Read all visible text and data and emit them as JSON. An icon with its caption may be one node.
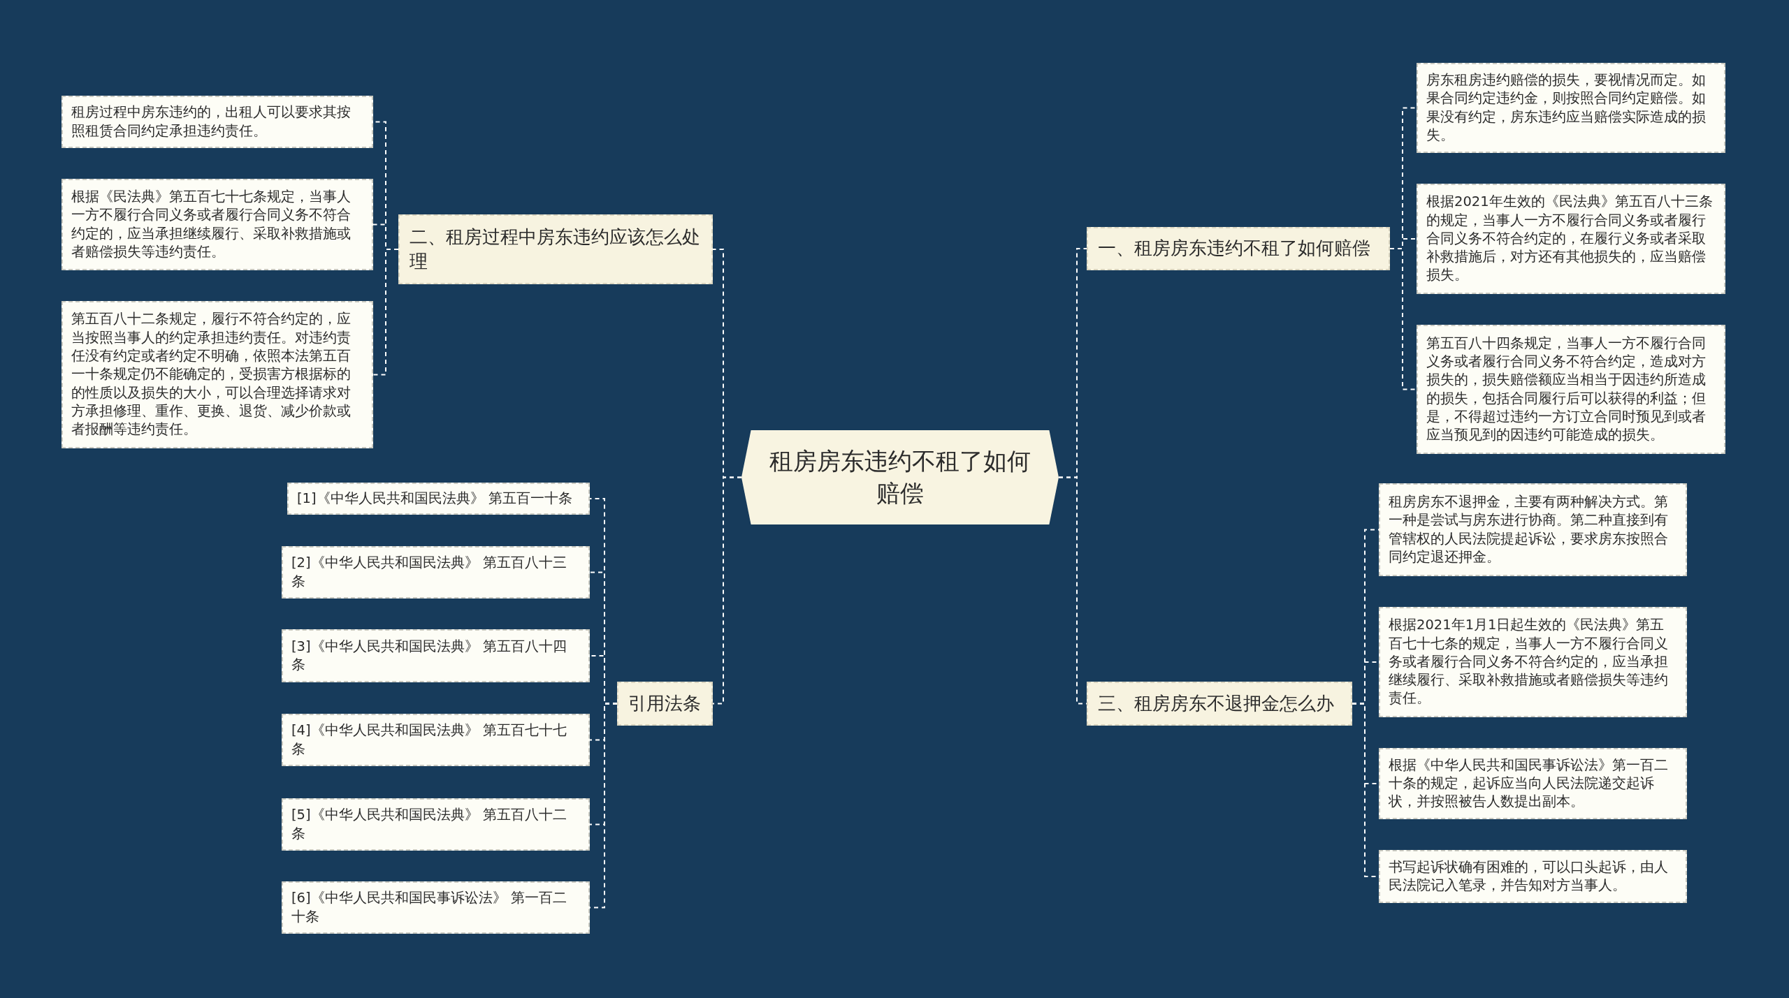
{
  "diagram": {
    "nodes": [
      {
        "text": [
          "租房房东违约不租了如何赔偿"
        ]
      },
      {
        "text": [
          "二、租房过程中房东违约应该怎么处理"
        ]
      },
      {
        "text": [
          "租房过程中房东违约的，出租人可以要求其按照租赁合同约定承担违约责任。"
        ]
      },
      {
        "text": [
          "根据《民法典》第五百七十七条规定，当事人一方不履行合同义务或者履行合同义务不符合约定的，应当承担继续履行、采取补救措施或者赔偿损失等违约责任。"
        ]
      },
      {
        "text": [
          "第五百八十二条规定，履行不符合约定的，应当按照当事人的约定承担违约责任。对违约责任没有约定或者约定不明确，依照本法第五百一十条规定仍不能确定的，受损害方根据标的的性质以及损失的大小，可以合理选择请求对方承担修理、重作、更换、退货、减少价款或者报酬等违约责任。"
        ]
      },
      {
        "text": [
          "引用法条"
        ]
      },
      {
        "text": [
          "[1]《中华人民共和国民法典》 第五百一十条"
        ]
      },
      {
        "text": [
          "[2]《中华人民共和国民法典》 第五百八十三条"
        ]
      },
      {
        "text": [
          "[3]《中华人民共和国民法典》 第五百八十四条"
        ]
      },
      {
        "text": [
          "[4]《中华人民共和国民法典》 第五百七十七条"
        ]
      },
      {
        "text": [
          "[5]《中华人民共和国民法典》 第五百八十二条"
        ]
      },
      {
        "text": [
          "[6]《中华人民共和国民事诉讼法》 第一百二十条"
        ]
      },
      {
        "text": [
          "一、租房房东违约不租了如何赔偿"
        ]
      },
      {
        "text": [
          "房东租房违约赔偿的损失，要视情况而定。如果合同约定违约金，则按照合同约定赔偿。如果没有约定，房东违约应当赔偿实际造成的损失。"
        ]
      },
      {
        "text": [
          "根据2021年生效的《民法典》第五百八十三条的规定，当事人一方不履行合同义务或者履行合同义务不符合约定的，在履行义务或者采取补救措施后，对方还有其他损失的，应当赔偿损失。"
        ]
      },
      {
        "text": [
          "第五百八十四条规定，当事人一方不履行合同义务或者履行合同义务不符合约定，造成对方损失的，损失赔偿额应当相当于因违约所造成的损失，包括合同履行后可以获得的利益；但是，不得超过违约一方订立合同时预见到或者应当预见到的因违约可能造成的损失。"
        ]
      },
      {
        "text": [
          "三、租房房东不退押金怎么办"
        ]
      },
      {
        "text": [
          "租房房东不退押金，主要有两种解决方式。第一种是尝试与房东进行协商。第二种直接到有管辖权的人民法院提起诉讼，要求房东按照合同约定退还押金。"
        ]
      },
      {
        "text": [
          "根据2021年1月1日起生效的《民法典》第五百七十七条的规定，当事人一方不履行合同义务或者履行合同义务不符合约定的，应当承担继续履行、采取补救措施或者赔偿损失等违约责任。"
        ]
      },
      {
        "text": [
          "根据《中华人民共和国民事诉讼法》第一百二十条的规定，起诉应当向人民法院递交起诉状，并按照被告人数提出副本。"
        ]
      },
      {
        "text": [
          "书写起诉状确有困难的，可以口头起诉，由人民法院记入笔录，并告知对方当事人。"
        ]
      }
    ],
    "edges": [
      {
        "from": 0,
        "to": 1,
        "arrow": "none"
      },
      {
        "from": 1,
        "to": 2,
        "arrow": "none"
      },
      {
        "from": 1,
        "to": 3,
        "arrow": "none"
      },
      {
        "from": 1,
        "to": 4,
        "arrow": "none"
      },
      {
        "from": 0,
        "to": 5,
        "arrow": "none"
      },
      {
        "from": 5,
        "to": 6,
        "arrow": "none"
      },
      {
        "from": 5,
        "to": 7,
        "arrow": "none"
      },
      {
        "from": 5,
        "to": 8,
        "arrow": "none"
      },
      {
        "from": 5,
        "to": 9,
        "arrow": "none"
      },
      {
        "from": 5,
        "to": 10,
        "arrow": "none"
      },
      {
        "from": 5,
        "to": 11,
        "arrow": "none"
      },
      {
        "from": 0,
        "to": 12,
        "arrow": "none"
      },
      {
        "from": 12,
        "to": 13,
        "arrow": "none"
      },
      {
        "from": 12,
        "to": 14,
        "arrow": "none"
      },
      {
        "from": 12,
        "to": 15,
        "arrow": "none"
      },
      {
        "from": 0,
        "to": 16,
        "arrow": "none"
      },
      {
        "from": 16,
        "to": 17,
        "arrow": "none"
      },
      {
        "from": 16,
        "to": 18,
        "arrow": "none"
      },
      {
        "from": 16,
        "to": 19,
        "arrow": "none"
      },
      {
        "from": 16,
        "to": 20,
        "arrow": "none"
      }
    ]
  }
}
